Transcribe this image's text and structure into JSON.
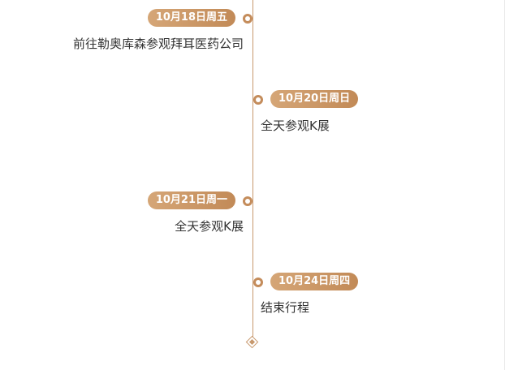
{
  "timeline": {
    "events": [
      {
        "date": "10月18日周五",
        "description": "前往勒奥库森参观拜耳医药公司",
        "side": "left"
      },
      {
        "date": "10月20日周日",
        "description": "全天参观K展",
        "side": "right"
      },
      {
        "date": "10月21日周一",
        "description": "全天参观K展",
        "side": "left"
      },
      {
        "date": "10月24日周四",
        "description": "结束行程",
        "side": "right"
      }
    ]
  },
  "colors": {
    "accent": "#c48c5b",
    "line": "#c7986c",
    "text": "#333333"
  }
}
